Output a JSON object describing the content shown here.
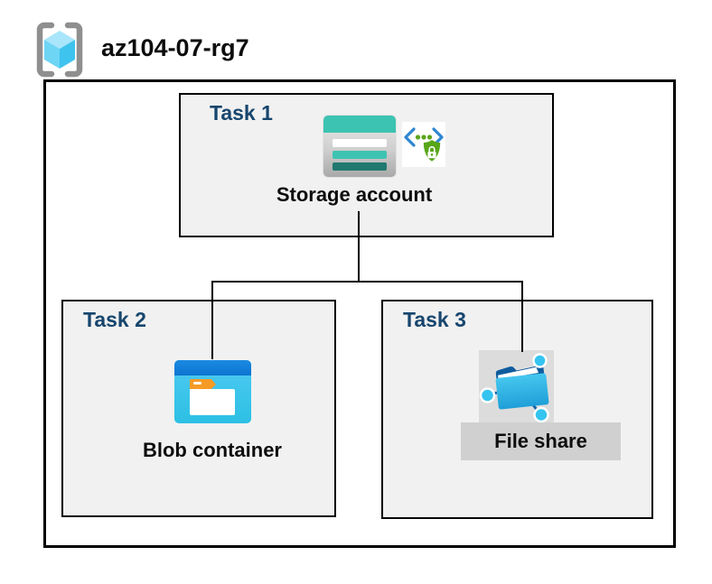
{
  "resource_group": {
    "name": "az104-07-rg7",
    "icon": "azure-resource-group-icon"
  },
  "tasks": [
    {
      "title": "Task 1",
      "entity": "Storage account",
      "icons": [
        {
          "name": "storage-account-icon"
        },
        {
          "name": "secure-access-icon"
        }
      ]
    },
    {
      "title": "Task 2",
      "entity": "Blob container",
      "icons": [
        {
          "name": "blob-container-icon"
        }
      ]
    },
    {
      "title": "Task 3",
      "entity": "File share",
      "icons": [
        {
          "name": "file-share-icon"
        }
      ]
    }
  ],
  "connections": [
    {
      "from": "Storage account",
      "to": "Blob container"
    },
    {
      "from": "Storage account",
      "to": "File share"
    }
  ],
  "colors": {
    "task_title_navy": "#17466E",
    "task_box_bg": "#F1F1F1",
    "outline_black": "#000000",
    "storage_teal": "#3CC3B2",
    "storage_teal_dark": "#20796F",
    "blob_header_blue": "#1182DC",
    "blob_body_cyan": "#3AC5EC",
    "folder_tab_orange": "#F59B25",
    "fileshare_node_cyan": "#35C4F0",
    "fileshare_deep_blue": "#1464AD",
    "shield_green": "#58A618",
    "code_bracket_blue": "#2E86D1",
    "rg_bracket_gray": "#8F8F8F",
    "fileshare_label_bg": "#D0D0D0",
    "fileshare_icon_bg": "#DCDCDC"
  }
}
